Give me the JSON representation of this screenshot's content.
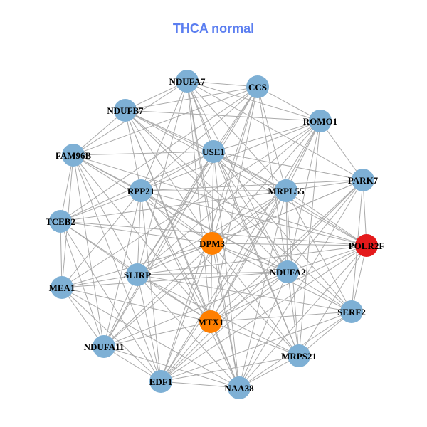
{
  "title": "THCA normal",
  "colors": {
    "default": "#7eb0d5",
    "orange": "#ff7f00",
    "red": "#e41a1c",
    "edge": "#aaaaaa"
  },
  "nodes": [
    {
      "id": "NDUFA7",
      "color": "default"
    },
    {
      "id": "CCS",
      "color": "default"
    },
    {
      "id": "NDUFB7",
      "color": "default"
    },
    {
      "id": "ROMO1",
      "color": "default"
    },
    {
      "id": "FAM96B",
      "color": "default"
    },
    {
      "id": "USE1",
      "color": "default"
    },
    {
      "id": "PARK7",
      "color": "default"
    },
    {
      "id": "RPP21",
      "color": "default"
    },
    {
      "id": "MRPL55",
      "color": "default"
    },
    {
      "id": "TCEB2",
      "color": "default"
    },
    {
      "id": "DPM3",
      "color": "orange"
    },
    {
      "id": "POLR2F",
      "color": "red"
    },
    {
      "id": "SLIRP",
      "color": "default"
    },
    {
      "id": "NDUFA2",
      "color": "default"
    },
    {
      "id": "MEA1",
      "color": "default"
    },
    {
      "id": "SERF2",
      "color": "default"
    },
    {
      "id": "MTX1",
      "color": "orange"
    },
    {
      "id": "NDUFA11",
      "color": "default"
    },
    {
      "id": "MRPS21",
      "color": "default"
    },
    {
      "id": "EDF1",
      "color": "default"
    },
    {
      "id": "NAA38",
      "color": "default"
    }
  ],
  "edges": [
    [
      "NDUFA7",
      "CCS"
    ],
    [
      "NDUFA7",
      "NDUFB7"
    ],
    [
      "NDUFA7",
      "ROMO1"
    ],
    [
      "NDUFA7",
      "USE1"
    ],
    [
      "NDUFA7",
      "RPP21"
    ],
    [
      "NDUFA7",
      "MRPL55"
    ],
    [
      "NDUFA7",
      "DPM3"
    ],
    [
      "NDUFA7",
      "SLIRP"
    ],
    [
      "NDUFA7",
      "NDUFA2"
    ],
    [
      "NDUFA7",
      "MTX1"
    ],
    [
      "NDUFA7",
      "NAA38"
    ],
    [
      "NDUFA7",
      "PARK7"
    ],
    [
      "NDUFA7",
      "FAM96B"
    ],
    [
      "NDUFA7",
      "MRPS21"
    ],
    [
      "CCS",
      "NDUFB7"
    ],
    [
      "CCS",
      "ROMO1"
    ],
    [
      "CCS",
      "USE1"
    ],
    [
      "CCS",
      "RPP21"
    ],
    [
      "CCS",
      "MRPL55"
    ],
    [
      "CCS",
      "DPM3"
    ],
    [
      "CCS",
      "SLIRP"
    ],
    [
      "CCS",
      "NDUFA2"
    ],
    [
      "CCS",
      "MTX1"
    ],
    [
      "CCS",
      "EDF1"
    ],
    [
      "CCS",
      "TCEB2"
    ],
    [
      "CCS",
      "FAM96B"
    ],
    [
      "CCS",
      "NDUFA11"
    ],
    [
      "NDUFB7",
      "USE1"
    ],
    [
      "NDUFB7",
      "RPP21"
    ],
    [
      "NDUFB7",
      "MRPL55"
    ],
    [
      "NDUFB7",
      "DPM3"
    ],
    [
      "NDUFB7",
      "NDUFA2"
    ],
    [
      "NDUFB7",
      "MTX1"
    ],
    [
      "NDUFB7",
      "POLR2F"
    ],
    [
      "NDUFB7",
      "SERF2"
    ],
    [
      "NDUFB7",
      "ROMO1"
    ],
    [
      "NDUFB7",
      "FAM96B"
    ],
    [
      "NDUFB7",
      "NAA38"
    ],
    [
      "ROMO1",
      "USE1"
    ],
    [
      "ROMO1",
      "MRPL55"
    ],
    [
      "ROMO1",
      "DPM3"
    ],
    [
      "ROMO1",
      "NDUFA2"
    ],
    [
      "ROMO1",
      "SLIRP"
    ],
    [
      "ROMO1",
      "MTX1"
    ],
    [
      "ROMO1",
      "RPP21"
    ],
    [
      "ROMO1",
      "MEA1"
    ],
    [
      "ROMO1",
      "EDF1"
    ],
    [
      "ROMO1",
      "PARK7"
    ],
    [
      "ROMO1",
      "MRPS21"
    ],
    [
      "FAM96B",
      "USE1"
    ],
    [
      "FAM96B",
      "RPP21"
    ],
    [
      "FAM96B",
      "DPM3"
    ],
    [
      "FAM96B",
      "TCEB2"
    ],
    [
      "FAM96B",
      "MEA1"
    ],
    [
      "FAM96B",
      "SLIRP"
    ],
    [
      "FAM96B",
      "NDUFA2"
    ],
    [
      "FAM96B",
      "POLR2F"
    ],
    [
      "FAM96B",
      "MTX1"
    ],
    [
      "FAM96B",
      "NDUFA11"
    ],
    [
      "FAM96B",
      "EDF1"
    ],
    [
      "USE1",
      "RPP21"
    ],
    [
      "USE1",
      "MRPL55"
    ],
    [
      "USE1",
      "DPM3"
    ],
    [
      "USE1",
      "SLIRP"
    ],
    [
      "USE1",
      "NDUFA2"
    ],
    [
      "USE1",
      "MTX1"
    ],
    [
      "USE1",
      "PARK7"
    ],
    [
      "USE1",
      "POLR2F"
    ],
    [
      "USE1",
      "SERF2"
    ],
    [
      "USE1",
      "NAA38"
    ],
    [
      "USE1",
      "TCEB2"
    ],
    [
      "USE1",
      "NDUFA11"
    ],
    [
      "USE1",
      "MRPS21"
    ],
    [
      "PARK7",
      "MRPL55"
    ],
    [
      "PARK7",
      "DPM3"
    ],
    [
      "PARK7",
      "NDUFA2"
    ],
    [
      "PARK7",
      "SLIRP"
    ],
    [
      "PARK7",
      "MTX1"
    ],
    [
      "PARK7",
      "EDF1"
    ],
    [
      "PARK7",
      "SERF2"
    ],
    [
      "PARK7",
      "POLR2F"
    ],
    [
      "PARK7",
      "RPP21"
    ],
    [
      "PARK7",
      "NAA38"
    ],
    [
      "RPP21",
      "MRPL55"
    ],
    [
      "RPP21",
      "DPM3"
    ],
    [
      "RPP21",
      "SLIRP"
    ],
    [
      "RPP21",
      "TCEB2"
    ],
    [
      "RPP21",
      "MEA1"
    ],
    [
      "RPP21",
      "NDUFA2"
    ],
    [
      "RPP21",
      "MTX1"
    ],
    [
      "RPP21",
      "NDUFA11"
    ],
    [
      "RPP21",
      "EDF1"
    ],
    [
      "RPP21",
      "MRPS21"
    ],
    [
      "RPP21",
      "POLR2F"
    ],
    [
      "RPP21",
      "NAA38"
    ],
    [
      "MRPL55",
      "DPM3"
    ],
    [
      "MRPL55",
      "NDUFA2"
    ],
    [
      "MRPL55",
      "SLIRP"
    ],
    [
      "MRPL55",
      "MTX1"
    ],
    [
      "MRPL55",
      "POLR2F"
    ],
    [
      "MRPL55",
      "SERF2"
    ],
    [
      "MRPL55",
      "MRPS21"
    ],
    [
      "MRPL55",
      "NAA38"
    ],
    [
      "MRPL55",
      "EDF1"
    ],
    [
      "MRPL55",
      "TCEB2"
    ],
    [
      "MRPL55",
      "NDUFA11"
    ],
    [
      "TCEB2",
      "DPM3"
    ],
    [
      "TCEB2",
      "SLIRP"
    ],
    [
      "TCEB2",
      "MEA1"
    ],
    [
      "TCEB2",
      "NDUFA11"
    ],
    [
      "TCEB2",
      "EDF1"
    ],
    [
      "TCEB2",
      "POLR2F"
    ],
    [
      "TCEB2",
      "MTX1"
    ],
    [
      "DPM3",
      "POLR2F"
    ],
    [
      "DPM3",
      "SLIRP"
    ],
    [
      "DPM3",
      "NDUFA2"
    ],
    [
      "DPM3",
      "MTX1"
    ],
    [
      "DPM3",
      "SERF2"
    ],
    [
      "DPM3",
      "MEA1"
    ],
    [
      "DPM3",
      "NDUFA11"
    ],
    [
      "DPM3",
      "MRPS21"
    ],
    [
      "DPM3",
      "EDF1"
    ],
    [
      "DPM3",
      "NAA38"
    ],
    [
      "POLR2F",
      "NDUFA2"
    ],
    [
      "POLR2F",
      "SERF2"
    ],
    [
      "POLR2F",
      "MTX1"
    ],
    [
      "POLR2F",
      "SLIRP"
    ],
    [
      "POLR2F",
      "MRPS21"
    ],
    [
      "POLR2F",
      "NAA38"
    ],
    [
      "POLR2F",
      "EDF1"
    ],
    [
      "SLIRP",
      "NDUFA2"
    ],
    [
      "SLIRP",
      "MEA1"
    ],
    [
      "SLIRP",
      "MTX1"
    ],
    [
      "SLIRP",
      "NDUFA11"
    ],
    [
      "SLIRP",
      "EDF1"
    ],
    [
      "SLIRP",
      "NAA38"
    ],
    [
      "SLIRP",
      "MRPS21"
    ],
    [
      "SLIRP",
      "SERF2"
    ],
    [
      "NDUFA2",
      "SERF2"
    ],
    [
      "NDUFA2",
      "MTX1"
    ],
    [
      "NDUFA2",
      "MRPS21"
    ],
    [
      "NDUFA2",
      "NAA38"
    ],
    [
      "NDUFA2",
      "EDF1"
    ],
    [
      "NDUFA2",
      "MEA1"
    ],
    [
      "NDUFA2",
      "NDUFA11"
    ],
    [
      "MEA1",
      "NDUFA11"
    ],
    [
      "MEA1",
      "MTX1"
    ],
    [
      "MEA1",
      "EDF1"
    ],
    [
      "MEA1",
      "NAA38"
    ],
    [
      "SERF2",
      "MTX1"
    ],
    [
      "SERF2",
      "MRPS21"
    ],
    [
      "SERF2",
      "NAA38"
    ],
    [
      "SERF2",
      "EDF1"
    ],
    [
      "MTX1",
      "NDUFA11"
    ],
    [
      "MTX1",
      "MRPS21"
    ],
    [
      "MTX1",
      "EDF1"
    ],
    [
      "MTX1",
      "NAA38"
    ],
    [
      "NDUFA11",
      "EDF1"
    ],
    [
      "NDUFA11",
      "NAA38"
    ],
    [
      "MRPS21",
      "NAA38"
    ],
    [
      "MRPS21",
      "EDF1"
    ],
    [
      "EDF1",
      "NAA38"
    ]
  ]
}
